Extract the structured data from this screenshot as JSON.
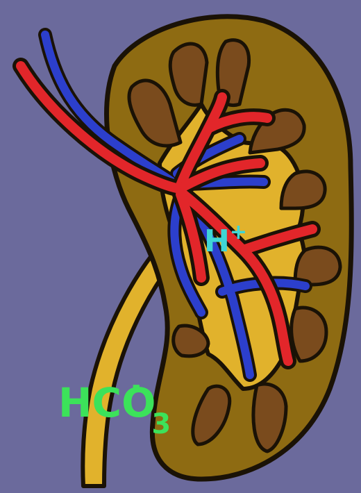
{
  "labels": {
    "proton": {
      "base": "H",
      "superscript": "+"
    },
    "bicarbonate": {
      "base": "HCO",
      "subscript": "3",
      "superscript": "-"
    }
  },
  "colors": {
    "background": "#6b6a9c",
    "cortex": "#8e6b12",
    "pelvis": "#e1b22c",
    "pyramid": "#7a4b1d",
    "artery": "#e2262a",
    "vein": "#2c3fcc",
    "outline": "#1a1206",
    "proton_label": "#3fd6d6",
    "bicarbonate_label": "#3ce25a"
  }
}
